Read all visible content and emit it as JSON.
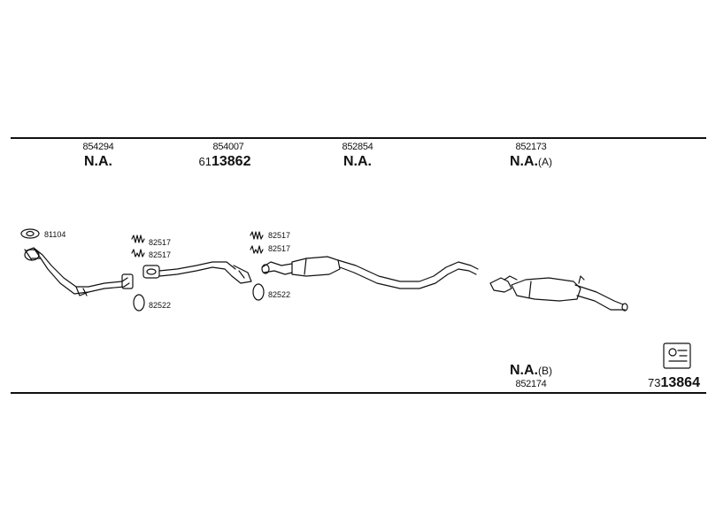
{
  "columns": [
    {
      "part_no": "854294",
      "status": "N.A.",
      "suffix": ""
    },
    {
      "part_no": "854007",
      "status": "",
      "prefix": "61",
      "ref": "13862"
    },
    {
      "part_no": "852854",
      "status": "N.A.",
      "suffix": ""
    },
    {
      "part_no": "852173",
      "status": "N.A.",
      "suffix": "(A)"
    }
  ],
  "bottom": {
    "status": "N.A.",
    "suffix": "(B)",
    "part_no": "852174",
    "prefix": "73",
    "ref": "13864"
  },
  "part_labels": {
    "gasket_front": "81104",
    "clamp_a1": "82517",
    "clamp_a2": "82517",
    "ring_a": "82522",
    "clamp_b1": "82517",
    "clamp_b2": "82517",
    "ring_b": "82522"
  }
}
